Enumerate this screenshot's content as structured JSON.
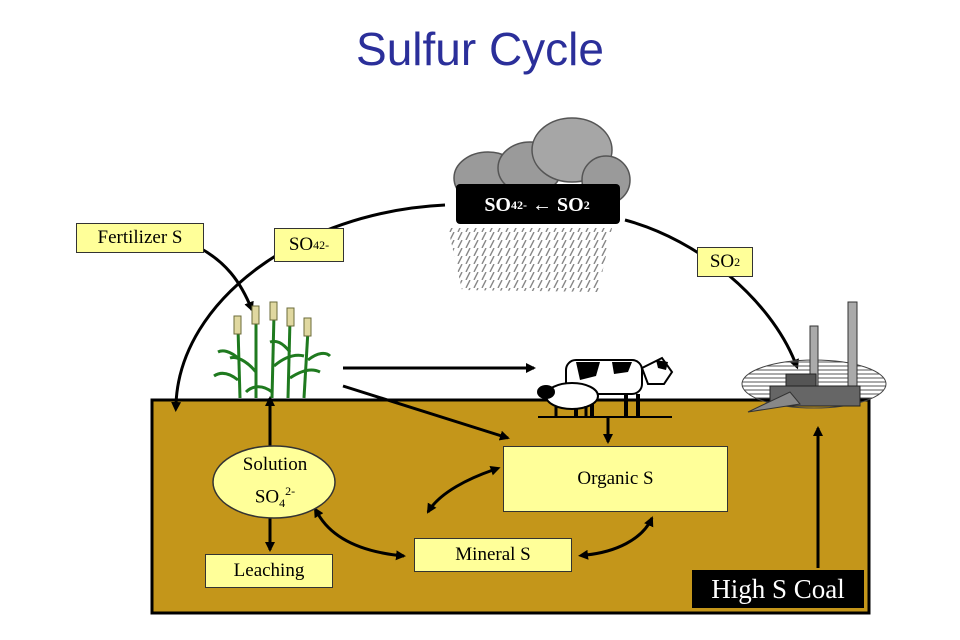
{
  "title": "Sulfur Cycle",
  "labels": {
    "fertilizer": "Fertilizer S",
    "so4_base": "SO",
    "so4_sub": "4",
    "so4_sup": "2-",
    "so2_base": "SO",
    "so2_sub": "2",
    "cloud_arrow": "←",
    "solution": "Solution",
    "organic": "Organic S",
    "mineral": "Mineral S",
    "leaching": "Leaching",
    "coal": "High S Coal"
  },
  "colors": {
    "title": "#2b2f9a",
    "soil": "#c4961a",
    "label_fill": "#ffff99",
    "coal_box": "#000000"
  },
  "icons": [
    "corn-plant-icon",
    "cow-icon",
    "sheep-icon",
    "rain-cloud-icon",
    "power-plant-icon"
  ]
}
